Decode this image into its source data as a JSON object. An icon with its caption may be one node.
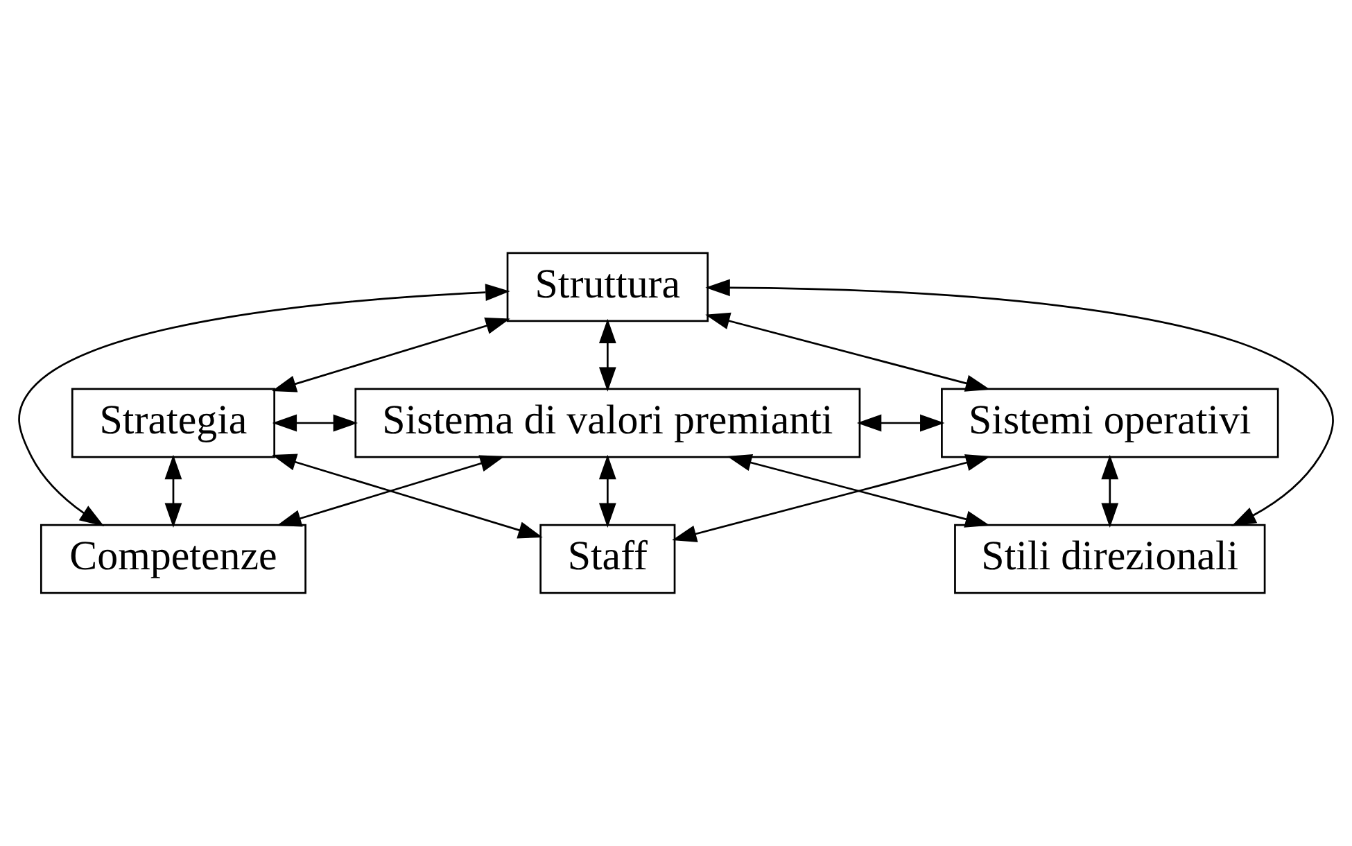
{
  "diagram": {
    "nodes": [
      {
        "text": [
          "Struttura"
        ]
      },
      {
        "text": [
          "Strategia"
        ]
      },
      {
        "text": [
          "Sistema di valori premianti"
        ]
      },
      {
        "text": [
          "Sistemi operativi"
        ]
      },
      {
        "text": [
          "Competenze"
        ]
      },
      {
        "text": [
          "Stili direzionali"
        ]
      },
      {
        "text": [
          "Staff"
        ]
      }
    ],
    "edges": [
      {
        "from": 0,
        "to": 1,
        "arrow": "both"
      },
      {
        "from": 0,
        "to": 3,
        "arrow": "both"
      },
      {
        "from": 0,
        "to": 2,
        "arrow": "both"
      },
      {
        "from": 0,
        "to": 4,
        "arrow": "both"
      },
      {
        "from": 0,
        "to": 5,
        "arrow": "both"
      },
      {
        "from": 1,
        "to": 2,
        "arrow": "both"
      },
      {
        "from": 3,
        "to": 2,
        "arrow": "both"
      },
      {
        "from": 1,
        "to": 4,
        "arrow": "both"
      },
      {
        "from": 3,
        "to": 5,
        "arrow": "both"
      },
      {
        "from": 1,
        "to": 6,
        "arrow": "both"
      },
      {
        "from": 3,
        "to": 6,
        "arrow": "both"
      },
      {
        "from": 4,
        "to": 2,
        "arrow": "both"
      },
      {
        "from": 5,
        "to": 2,
        "arrow": "both"
      },
      {
        "from": 2,
        "to": 6,
        "arrow": "both"
      }
    ]
  }
}
